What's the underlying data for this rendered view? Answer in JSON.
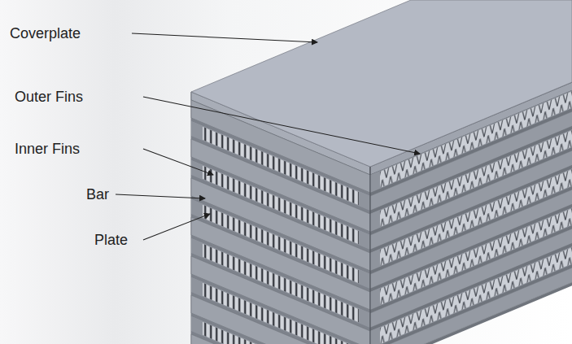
{
  "diagram": {
    "labels": [
      "Coverplate",
      "Outer Fins",
      "Inner Fins",
      "Bar",
      "Plate"
    ]
  }
}
